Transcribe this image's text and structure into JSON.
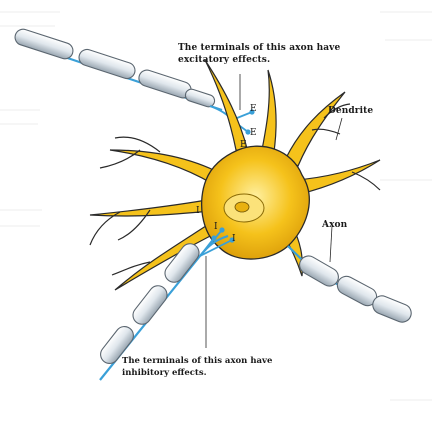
{
  "labels": {
    "excitatory_line1": "The terminals of this axon have",
    "excitatory_line2": "excitatory effects.",
    "inhibitory_line1": "The terminals of this axon have",
    "inhibitory_line2": "inhibitory effects.",
    "dendrite": "Dendrite",
    "axon": "Axon",
    "excitatory_marker": "E",
    "inhibitory_marker": "I"
  },
  "colors": {
    "cell_body": "#f5c21b",
    "cell_body_dark": "#d99a08",
    "nucleus": "#fbe27a",
    "myelin": "#e9eef2",
    "myelin_edge": "#7d8a95",
    "axon_core": "#3aa0d8",
    "outline": "#2a2a2a"
  }
}
